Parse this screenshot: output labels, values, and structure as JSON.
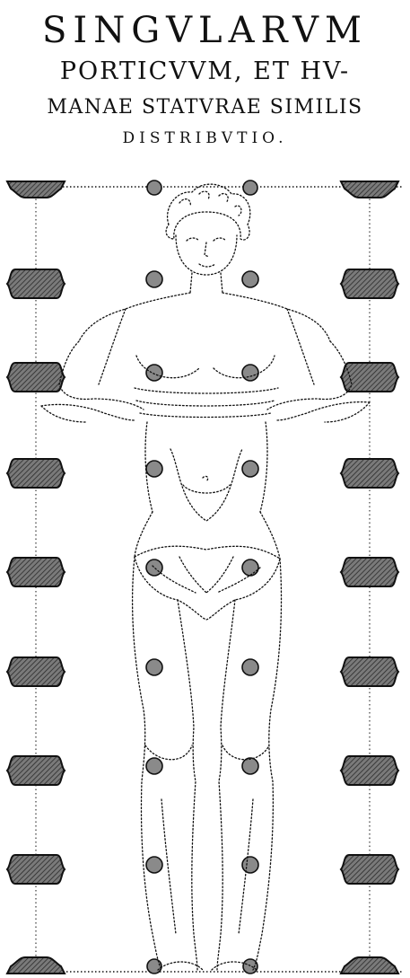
{
  "title": {
    "line1": "SINGVLARVM",
    "line2": "PORTICVVM, ET HV-",
    "line3": "MANAE STATVRAE SIMILIS",
    "line4": "DISTRIBVTIO."
  },
  "colors": {
    "ink": "#111111",
    "hatch_fill": "#6f6f6f",
    "dot_fill": "#8a8a8a",
    "paper": "#ffffff"
  }
}
